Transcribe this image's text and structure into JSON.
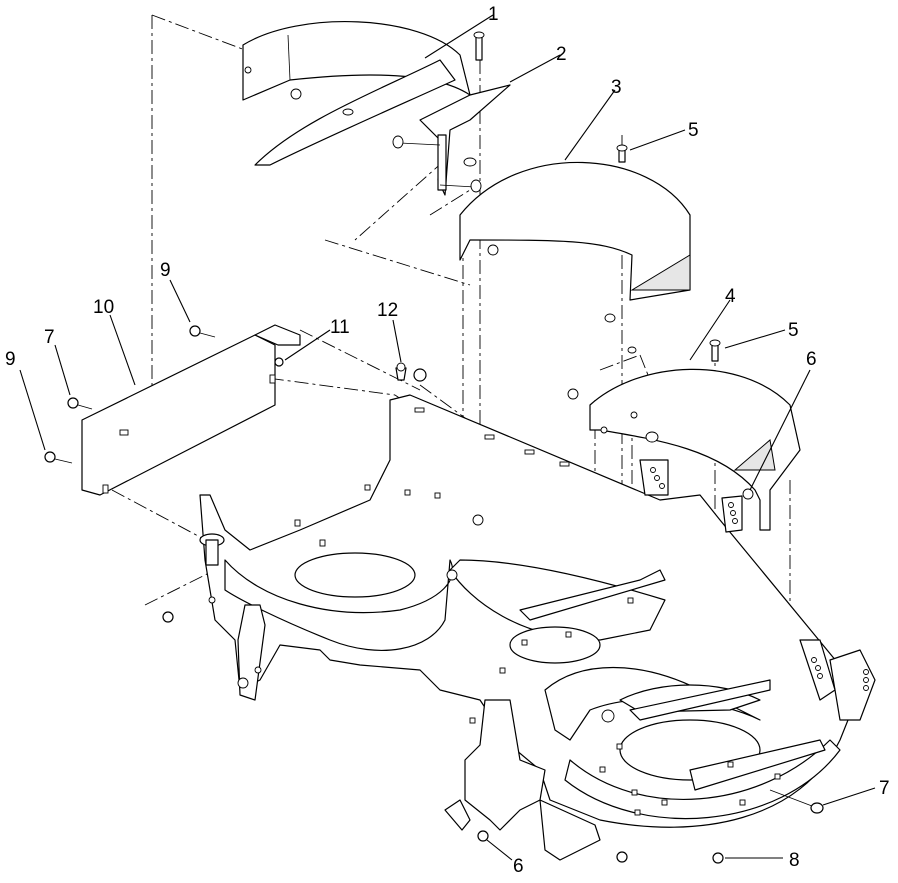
{
  "callouts": [
    {
      "id": "c1",
      "label": "1"
    },
    {
      "id": "c2",
      "label": "2"
    },
    {
      "id": "c3",
      "label": "3"
    },
    {
      "id": "c4",
      "label": "4"
    },
    {
      "id": "c5a",
      "label": "5"
    },
    {
      "id": "c5b",
      "label": "5"
    },
    {
      "id": "c6a",
      "label": "6"
    },
    {
      "id": "c6b",
      "label": "6"
    },
    {
      "id": "c7a",
      "label": "7"
    },
    {
      "id": "c7b",
      "label": "7"
    },
    {
      "id": "c8",
      "label": "8"
    },
    {
      "id": "c9a",
      "label": "9"
    },
    {
      "id": "c9b",
      "label": "9"
    },
    {
      "id": "c10",
      "label": "10"
    },
    {
      "id": "c11",
      "label": "11"
    },
    {
      "id": "c12",
      "label": "12"
    }
  ]
}
